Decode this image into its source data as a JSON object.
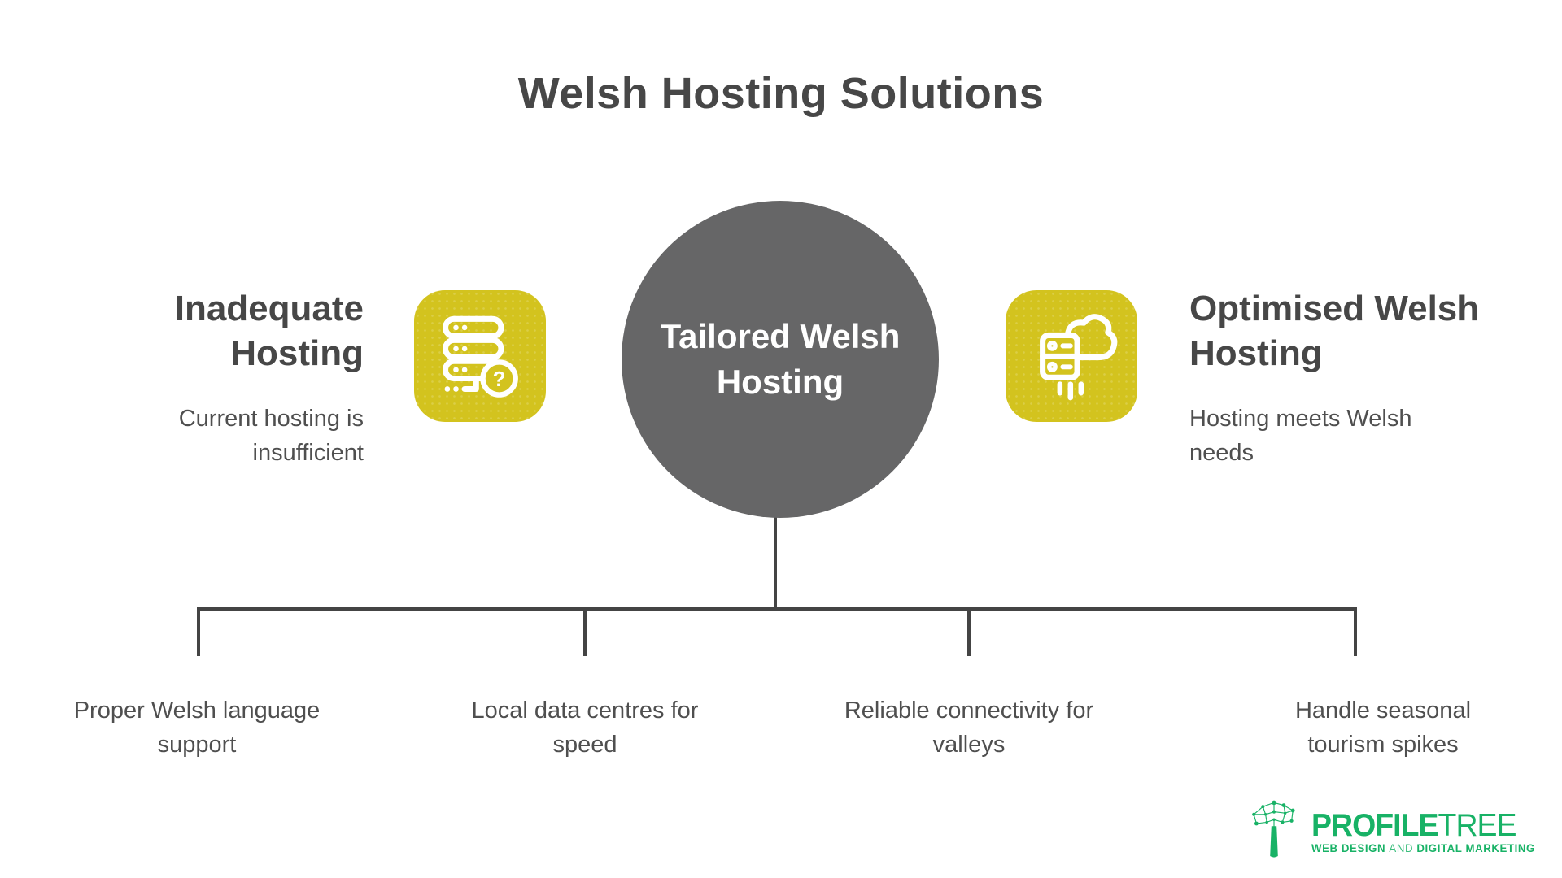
{
  "title": "Welsh Hosting Solutions",
  "center": {
    "label": "Tailored Welsh\nHosting"
  },
  "left_item": {
    "heading": "Inadequate\nHosting",
    "description": "Current hosting is\ninsufficient",
    "icon": "server-question-icon"
  },
  "right_item": {
    "heading": "Optimised Welsh\nHosting",
    "description": "Hosting meets Welsh\nneeds",
    "icon": "server-cloud-icon"
  },
  "branches": [
    {
      "label": "Proper Welsh language\nsupport"
    },
    {
      "label": "Local data centres for\nspeed"
    },
    {
      "label": "Reliable connectivity for\nvalleys"
    },
    {
      "label": "Handle seasonal\ntourism spikes"
    }
  ],
  "logo": {
    "brand_bold": "PROFILE",
    "brand_light": "TREE",
    "tagline_bold_1": "WEB DESIGN",
    "tagline_light": "AND",
    "tagline_bold_2": "DIGITAL MARKETING",
    "icon": "profiletree-tree-icon"
  },
  "colors": {
    "accent_yellow": "#d3c31e",
    "node_gray": "#666667",
    "heading_text": "#474747",
    "body_text": "#4f4f4f",
    "line": "#444444",
    "brand_green": "#18b266",
    "circle_text": "#ffffff"
  }
}
